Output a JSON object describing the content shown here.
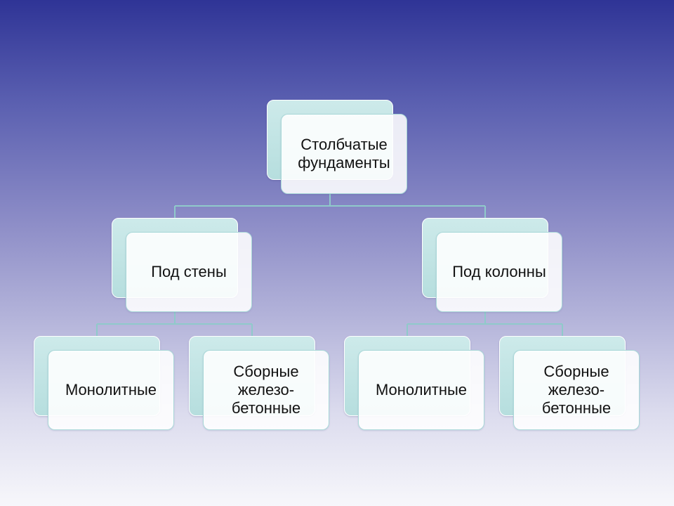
{
  "diagram": {
    "root": {
      "label": "Столбчатые\nфундаменты"
    },
    "left": {
      "label": "Под стены",
      "children": [
        {
          "label": "Монолитные"
        },
        {
          "label": "Сборные\nжелезо-\nбетонные"
        }
      ]
    },
    "right": {
      "label": "Под колонны",
      "children": [
        {
          "label": "Монолитные"
        },
        {
          "label": "Сборные\nжелезо-\nбетонные"
        }
      ]
    }
  },
  "colors": {
    "background_top": "#2f3496",
    "background_bottom": "#f7f7fb",
    "box_back": "#b6dede",
    "box_front": "#ffffff",
    "connector": "#8fcaca"
  }
}
